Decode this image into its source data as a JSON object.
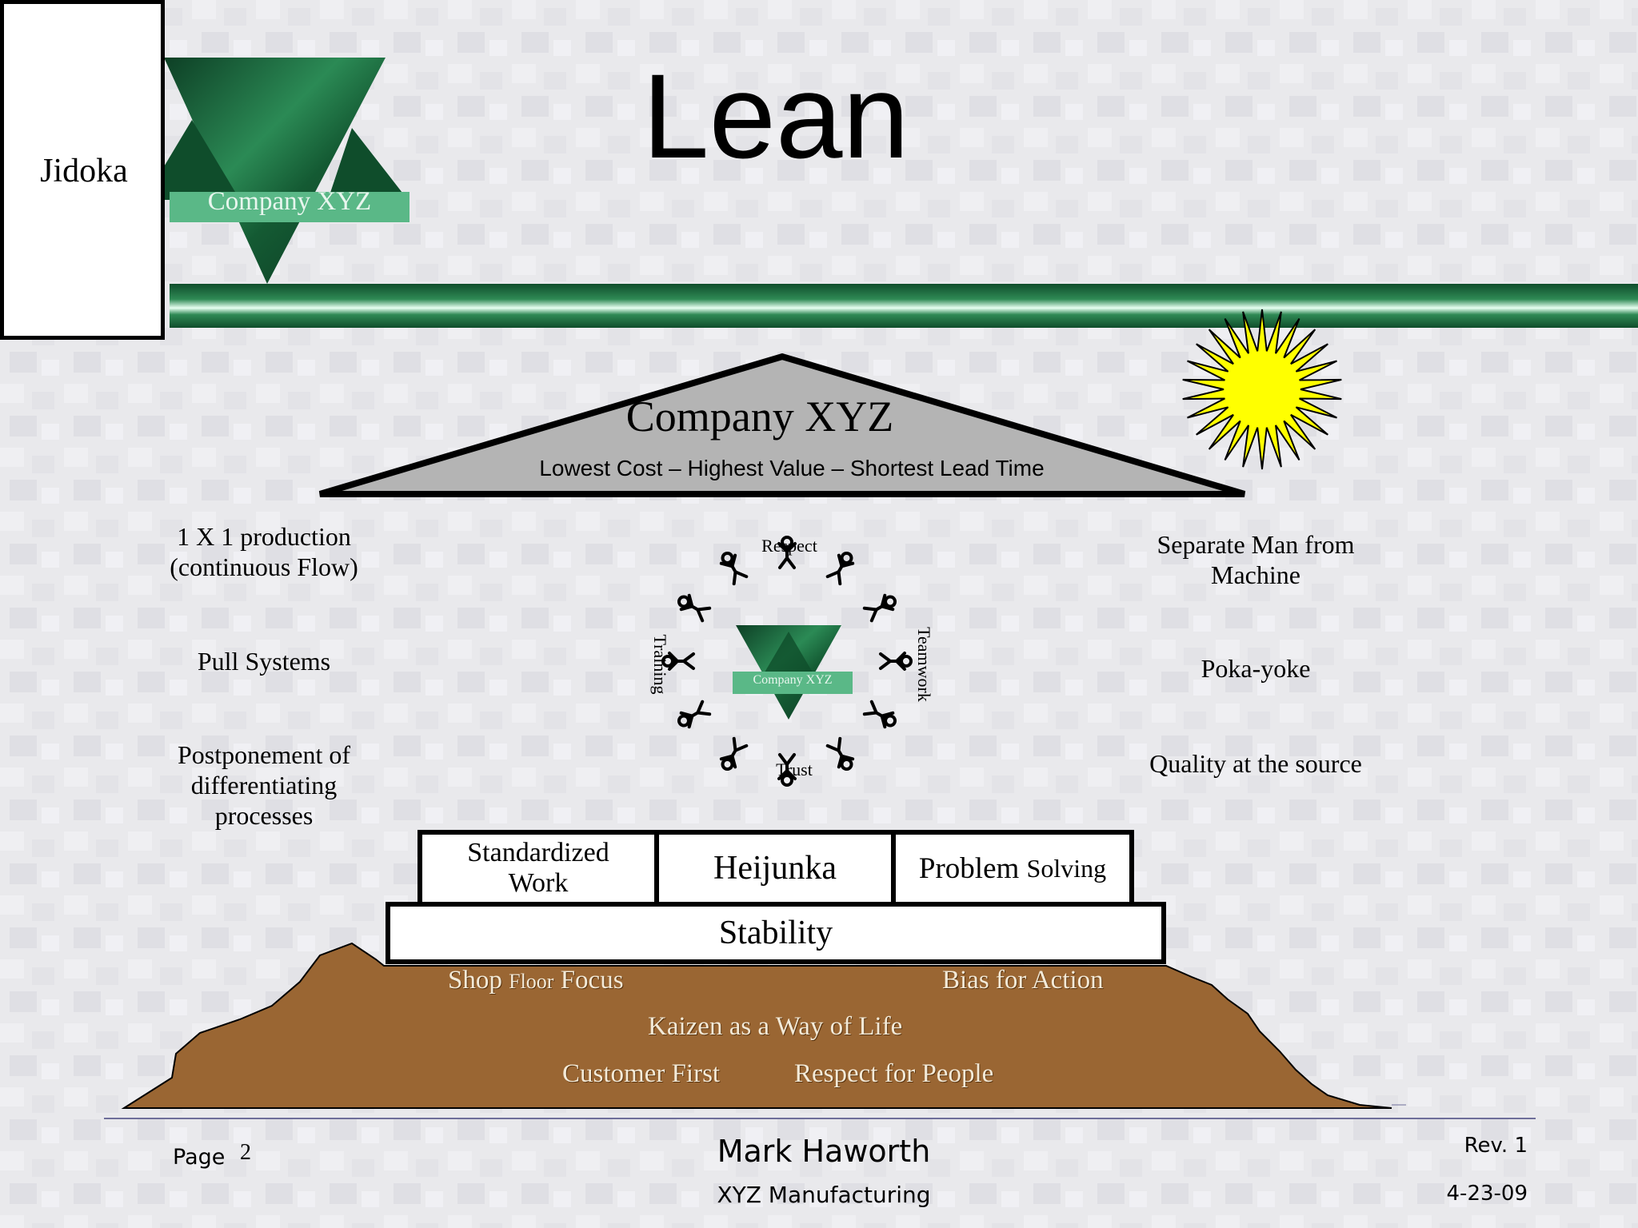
{
  "header": {
    "jidoka_label": "Jidoka",
    "logo_text": "Company XYZ",
    "title": "Lean"
  },
  "roof": {
    "title": "Company XYZ",
    "subtitle": "Lowest Cost – Highest Value – Shortest Lead Time"
  },
  "left_pillar": [
    "1 X 1 production (continuous Flow)",
    "Pull Systems",
    "Postponement of differentiating processes"
  ],
  "right_pillar": [
    "Separate Man from Machine",
    "Poka-yoke",
    "Quality at the source"
  ],
  "wheel": {
    "top": "Respect",
    "left": "Training",
    "right": "Teamwork",
    "bottom": "Trust",
    "center_logo_text": "Company XYZ"
  },
  "foundation_blocks": {
    "standardized_work": "Standardized Work",
    "heijunka": "Heijunka",
    "problem_solving_a": "Problem",
    "problem_solving_b": "Solving",
    "stability": "Stability"
  },
  "ground": {
    "shop_a": "Shop",
    "shop_b": "Floor",
    "shop_c": "Focus",
    "bias": "Bias for Action",
    "kaizen": "Kaizen as a Way of Life",
    "customer": "Customer First",
    "respect": "Respect for People"
  },
  "footer": {
    "page_label": "Page",
    "page_number": "2",
    "author": "Mark Haworth",
    "company": "XYZ Manufacturing",
    "revision": "Rev. 1",
    "date": "4-23-09"
  },
  "colors": {
    "green_dark": "#0e4a2a",
    "green_mid": "#1f7a45",
    "green_light": "#5ab887",
    "roof_gray": "#b4b4b4",
    "ground_brown": "#9a6633",
    "sun_yellow": "#ffff00"
  },
  "icons": [
    "star-of-david-logo",
    "sun-icon",
    "stick-figure-icon"
  ]
}
